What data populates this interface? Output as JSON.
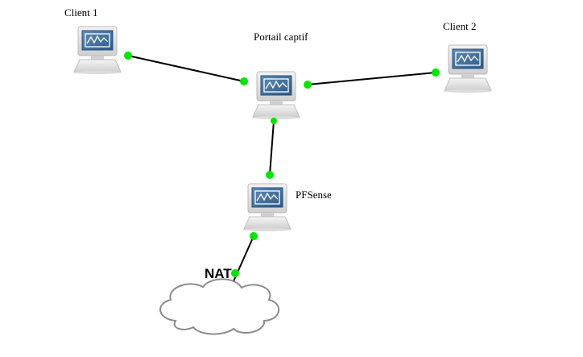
{
  "diagram": {
    "nodes": {
      "client1": {
        "label": "Client 1",
        "icon": "computer-icon"
      },
      "client2": {
        "label": "Client 2",
        "icon": "computer-icon"
      },
      "portail": {
        "label": "Portail captif",
        "icon": "computer-icon"
      },
      "pfsense": {
        "label": "PFSense",
        "icon": "computer-icon"
      },
      "nat": {
        "label": "NAT",
        "icon": "cloud-icon"
      }
    },
    "links": [
      {
        "from": "client1",
        "to": "portail"
      },
      {
        "from": "portail",
        "to": "client2"
      },
      {
        "from": "portail",
        "to": "pfsense"
      },
      {
        "from": "pfsense",
        "to": "nat"
      }
    ],
    "colors": {
      "link": "#000000",
      "port": "#00e600",
      "screen": "#3d6a96",
      "cloud_stroke": "#8c8c8c"
    }
  }
}
